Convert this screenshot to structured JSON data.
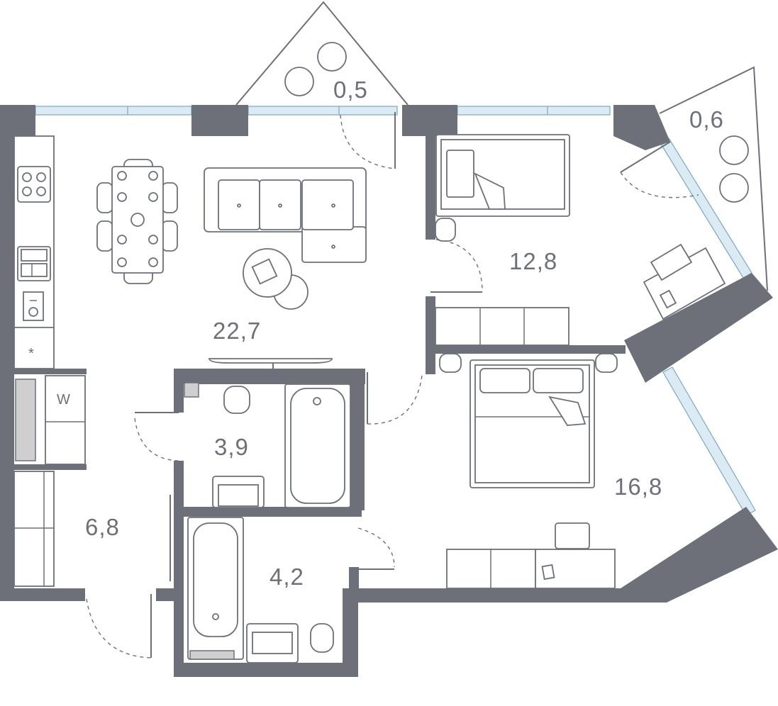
{
  "rooms": [
    {
      "id": "balcony-top",
      "area": "0,5"
    },
    {
      "id": "balcony-right",
      "area": "0,6"
    },
    {
      "id": "bedroom-small",
      "area": "12,8"
    },
    {
      "id": "living-kitchen",
      "area": "22,7"
    },
    {
      "id": "bathroom-1",
      "area": "3,9"
    },
    {
      "id": "bedroom-large",
      "area": "16,8"
    },
    {
      "id": "hallway",
      "area": "6,8"
    },
    {
      "id": "bathroom-2",
      "area": "4,2"
    }
  ],
  "appliance_marks": {
    "washer": "W",
    "fridge": "*"
  },
  "colors": {
    "wall": "#6d7079",
    "glass": "#dcebf3",
    "background": "#ffffff"
  }
}
